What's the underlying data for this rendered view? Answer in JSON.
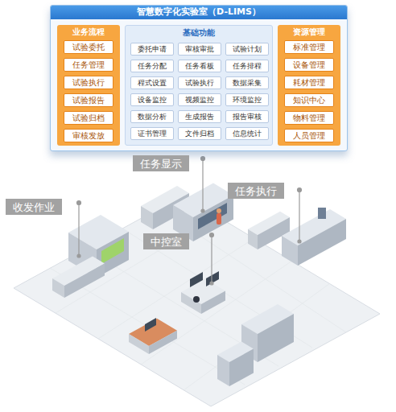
{
  "diagram": {
    "nodes": [
      {
        "text": [
          "智慧数字化实验室（D-LIMS）"
        ]
      },
      {
        "text": [
          "业务流程"
        ],
        "in": 0
      },
      {
        "text": [
          "试验委托"
        ],
        "in": 1
      },
      {
        "text": [
          "任务管理"
        ],
        "in": 1
      },
      {
        "text": [
          "试验执行"
        ],
        "in": 1
      },
      {
        "text": [
          "试验报告"
        ],
        "in": 1
      },
      {
        "text": [
          "试验归档"
        ],
        "in": 1
      },
      {
        "text": [
          "审核发放"
        ],
        "in": 1
      },
      {
        "text": [
          "基础功能"
        ],
        "in": 0
      },
      {
        "text": [
          "委托申请"
        ],
        "in": 8
      },
      {
        "text": [
          "审核审批"
        ],
        "in": 8
      },
      {
        "text": [
          "试验计划"
        ],
        "in": 8
      },
      {
        "text": [
          "任务分配"
        ],
        "in": 8
      },
      {
        "text": [
          "任务看板"
        ],
        "in": 8
      },
      {
        "text": [
          "任务排程"
        ],
        "in": 8
      },
      {
        "text": [
          "程式设置"
        ],
        "in": 8
      },
      {
        "text": [
          "试验执行"
        ],
        "in": 8
      },
      {
        "text": [
          "数据采集"
        ],
        "in": 8
      },
      {
        "text": [
          "设备监控"
        ],
        "in": 8
      },
      {
        "text": [
          "视频监控"
        ],
        "in": 8
      },
      {
        "text": [
          "环境监控"
        ],
        "in": 8
      },
      {
        "text": [
          "数据分析"
        ],
        "in": 8
      },
      {
        "text": [
          "生成报告"
        ],
        "in": 8
      },
      {
        "text": [
          "报告审核"
        ],
        "in": 8
      },
      {
        "text": [
          "证书管理"
        ],
        "in": 8
      },
      {
        "text": [
          "文件归档"
        ],
        "in": 8
      },
      {
        "text": [
          "信息统计"
        ],
        "in": 8
      },
      {
        "text": [
          "资源管理"
        ],
        "in": 0
      },
      {
        "text": [
          "标准管理"
        ],
        "in": 27
      },
      {
        "text": [
          "设备管理"
        ],
        "in": 27
      },
      {
        "text": [
          "耗材管理"
        ],
        "in": 27
      },
      {
        "text": [
          "知识中心"
        ],
        "in": 27
      },
      {
        "text": [
          "物料管理"
        ],
        "in": 27
      },
      {
        "text": [
          "人员管理"
        ],
        "in": 27
      },
      {
        "text": [
          "任务显示"
        ]
      },
      {
        "text": [
          "任务执行"
        ]
      },
      {
        "text": [
          "收发作业"
        ]
      },
      {
        "text": [
          "中控室"
        ]
      }
    ]
  }
}
